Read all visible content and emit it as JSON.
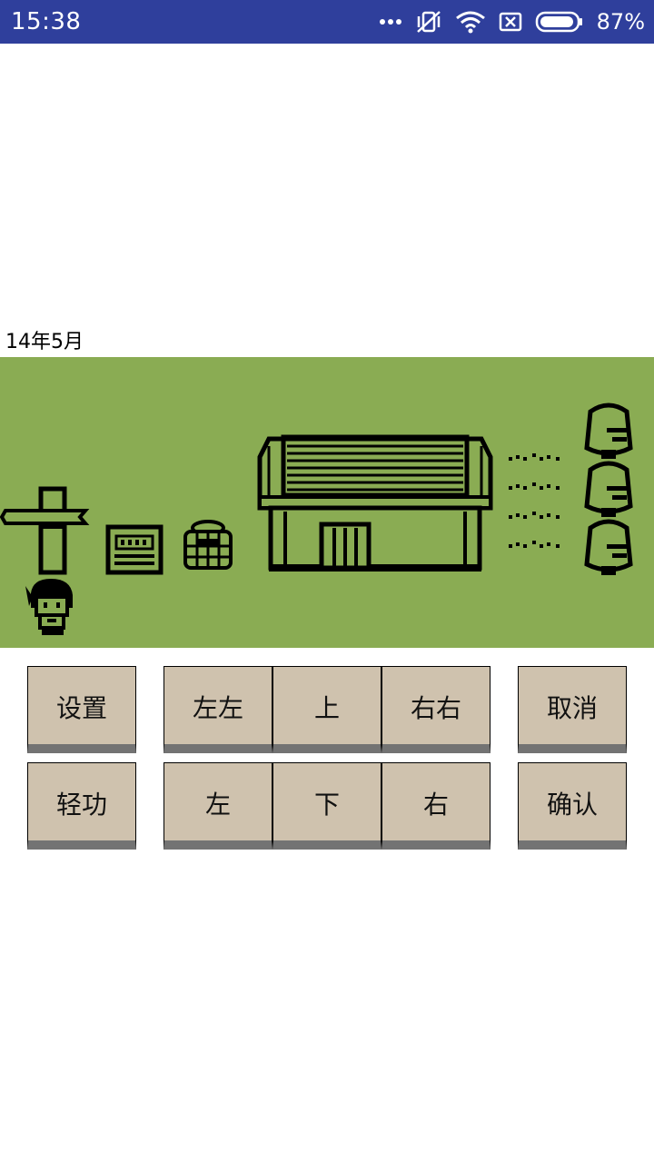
{
  "status_bar": {
    "time": "15:38",
    "battery_percent": "87%",
    "icons": [
      "more-dots-icon",
      "muted-vibrate-icon",
      "wifi-icon",
      "sim-error-icon",
      "battery-icon"
    ]
  },
  "game": {
    "date": "14年5月",
    "colors": {
      "background": "#8aac53",
      "ink": "#000000",
      "button": "#cfc2ae",
      "button_shadow": "#737373",
      "status_bar": "#2f3f9c"
    }
  },
  "controls": {
    "settings": "设置",
    "far_left": "左左",
    "up": "上",
    "far_right": "右右",
    "cancel": "取消",
    "qinggong": "轻功",
    "left": "左",
    "down": "下",
    "right": "右",
    "confirm": "确认"
  }
}
